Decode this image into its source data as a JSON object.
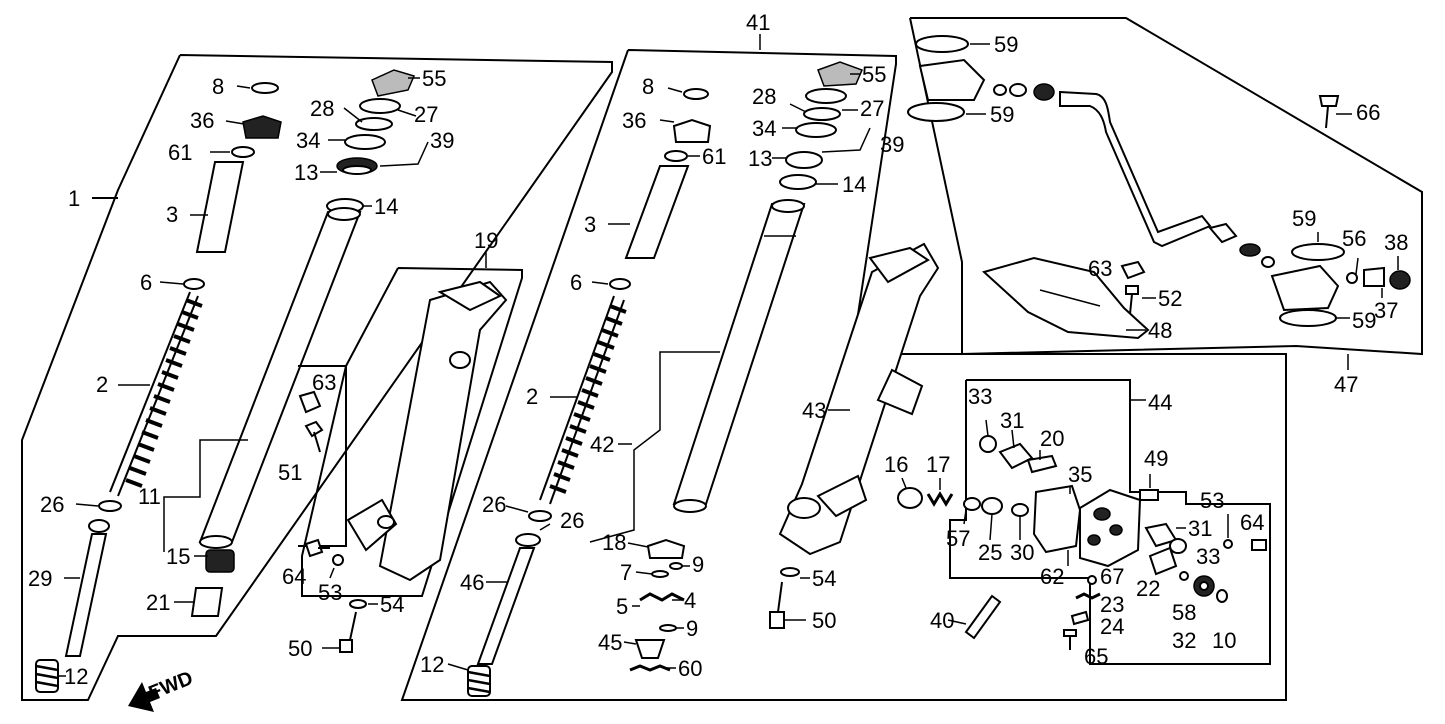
{
  "diagram": {
    "direction_label": "FWD",
    "left_fork": {
      "labels": [
        "1",
        "8",
        "36",
        "61",
        "3",
        "6",
        "2",
        "26",
        "29",
        "12",
        "55",
        "28",
        "27",
        "34",
        "39",
        "13",
        "14",
        "11",
        "15",
        "21",
        "19",
        "63",
        "51",
        "64",
        "53",
        "54",
        "50"
      ]
    },
    "right_fork": {
      "labels": [
        "41",
        "8",
        "36",
        "61",
        "3",
        "6",
        "2",
        "26",
        "26",
        "46",
        "12",
        "55",
        "28",
        "27",
        "34",
        "39",
        "13",
        "14",
        "42",
        "18",
        "9",
        "7",
        "4",
        "5",
        "9",
        "45",
        "60",
        "43",
        "54",
        "50"
      ]
    },
    "oil_line": {
      "labels": [
        "59",
        "59",
        "66",
        "59",
        "56",
        "38",
        "63",
        "52",
        "37",
        "59",
        "48",
        "47"
      ]
    },
    "valve": {
      "labels": [
        "16",
        "17",
        "33",
        "31",
        "20",
        "44",
        "35",
        "49",
        "57",
        "25",
        "30",
        "62",
        "53",
        "31",
        "64",
        "33",
        "67",
        "22",
        "58",
        "32",
        "10",
        "23",
        "24",
        "65",
        "40"
      ]
    }
  }
}
